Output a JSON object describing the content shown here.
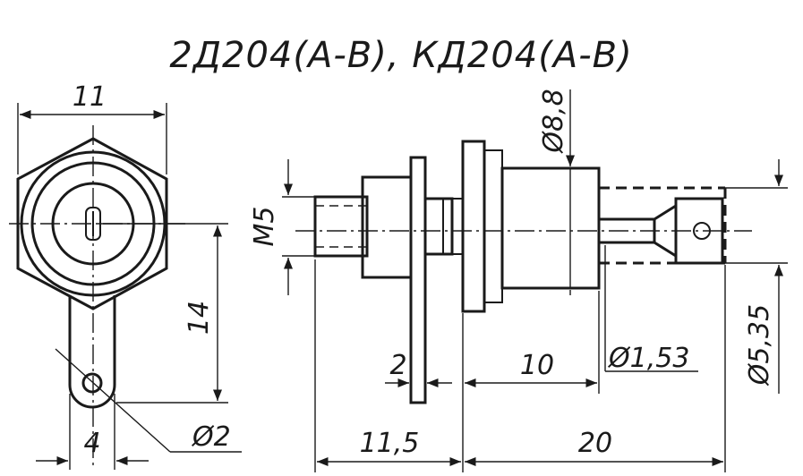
{
  "title": "2Д204(А-В), КД204(А-В)",
  "dimensions": {
    "width_11": "11",
    "height_14": "14",
    "tab_4": "4",
    "hole_d2": "Ø2",
    "thread_m5": "M5",
    "dia_8_8": "Ø8,8",
    "len_2": "2",
    "len_10": "10",
    "dia_1_53": "Ø1,53",
    "dia_5_35": "Ø5,35",
    "len_11_5": "11,5",
    "len_20": "20"
  }
}
